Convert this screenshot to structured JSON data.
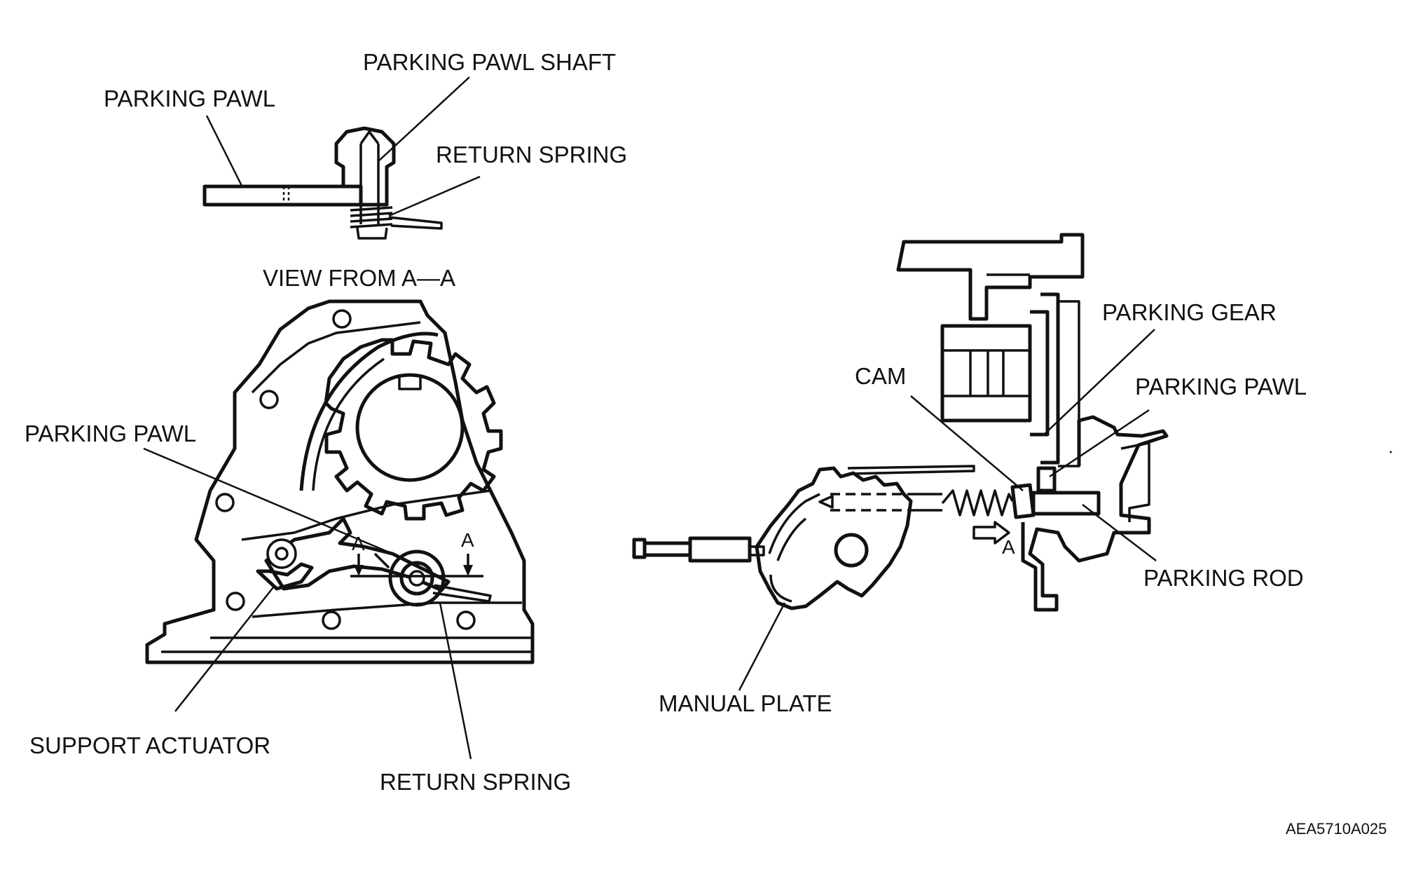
{
  "labels": {
    "top_parking_pawl": "PARKING PAWL",
    "top_parking_pawl_shaft": "PARKING PAWL SHAFT",
    "top_return_spring": "RETURN SPRING",
    "view_from": "VIEW FROM A—A",
    "left_parking_pawl": "PARKING PAWL",
    "support_actuator": "SUPPORT ACTUATOR",
    "left_return_spring": "RETURN SPRING",
    "section_a_left": "A",
    "section_a_right": "A",
    "parking_gear": "PARKING GEAR",
    "cam": "CAM",
    "right_parking_pawl": "PARKING PAWL",
    "parking_rod": "PARKING ROD",
    "manual_plate": "MANUAL PLATE",
    "view_arrow_a": "A",
    "figure_code": "AEA5710A025"
  }
}
